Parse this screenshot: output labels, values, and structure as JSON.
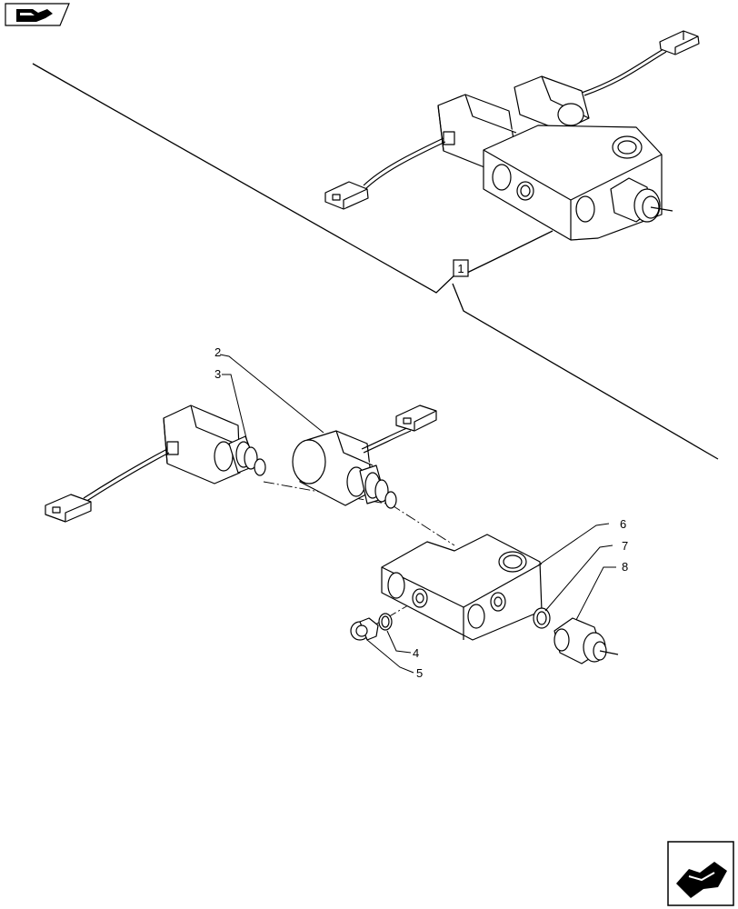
{
  "nav": {
    "top_left_icon": "book-arrow-icon",
    "bottom_right_icon": "next-page-arrow-icon"
  },
  "diagram": {
    "assembly_ref": "1",
    "callouts": [
      {
        "id": "2",
        "label": "2"
      },
      {
        "id": "3",
        "label": "3"
      },
      {
        "id": "4",
        "label": "4"
      },
      {
        "id": "5",
        "label": "5"
      },
      {
        "id": "6",
        "label": "6"
      },
      {
        "id": "7",
        "label": "7"
      },
      {
        "id": "8",
        "label": "8"
      }
    ]
  }
}
